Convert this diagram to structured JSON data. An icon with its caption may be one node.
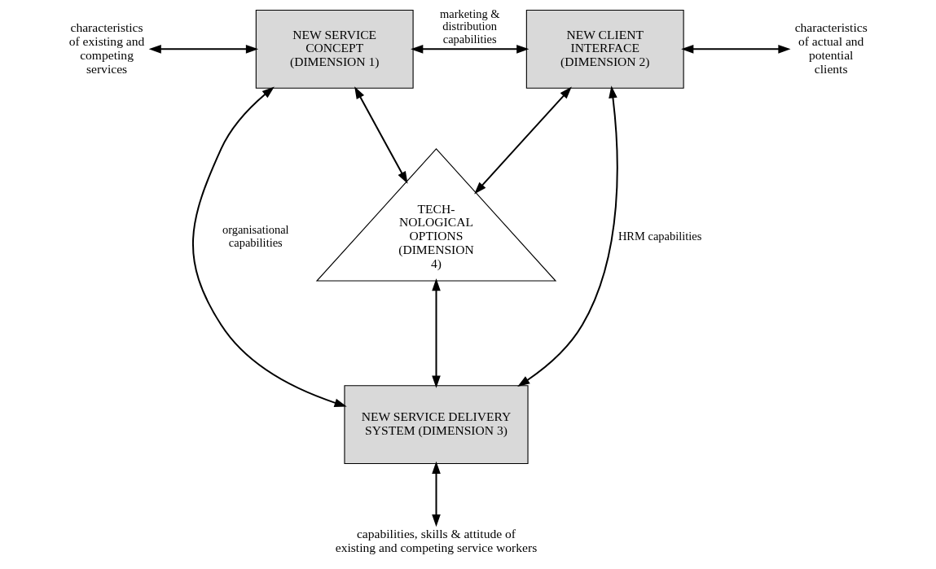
{
  "diagram": {
    "nodes": [
      {
        "text": [
          "NEW SERVICE CONCEPT (DIMENSION 1)"
        ]
      },
      {
        "text": [
          "NEW CLIENT INTERFACE (DIMENSION 2)"
        ]
      },
      {
        "text": [
          "TECH- NOLOGICAL OPTIONS (DIMENSION 4)"
        ]
      },
      {
        "text": [
          "NEW SERVICE DELIVERY SYSTEM (DIMENSION 3)"
        ]
      },
      {
        "text": [
          "characteristics of existing and competing services"
        ]
      },
      {
        "text": [
          "characteristics of actual and potential clients"
        ]
      },
      {
        "text": [
          "capabilities, skills & attitude of existing and competing service workers"
        ]
      }
    ],
    "edges": [
      {
        "from": 4,
        "to": 0,
        "arrow": "both"
      },
      {
        "from": 0,
        "to": 1,
        "arrow": "both",
        "label": "marketing & distribution capabilities"
      },
      {
        "from": 1,
        "to": 5,
        "arrow": "both"
      },
      {
        "from": 0,
        "to": 2,
        "arrow": "both"
      },
      {
        "from": 1,
        "to": 2,
        "arrow": "both"
      },
      {
        "from": 2,
        "to": 3,
        "arrow": "both"
      },
      {
        "from": 0,
        "to": 3,
        "arrow": "both",
        "label": "organisational capabilities"
      },
      {
        "from": 1,
        "to": 3,
        "arrow": "both",
        "label": "HRM capabilities"
      },
      {
        "from": 3,
        "to": 6,
        "arrow": "both"
      }
    ]
  }
}
